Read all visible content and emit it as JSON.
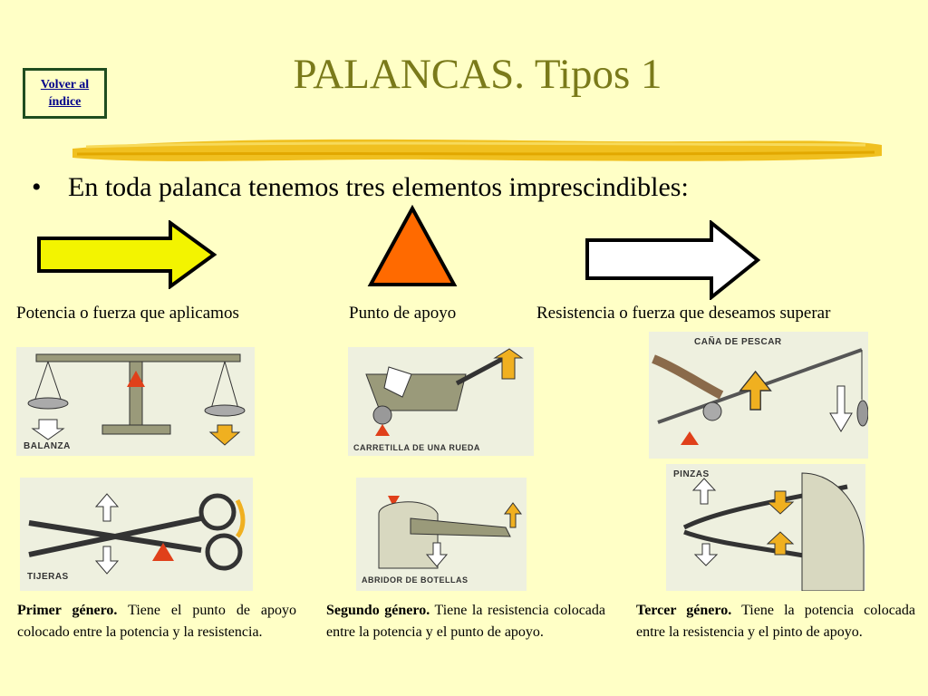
{
  "nav": {
    "back_line1": "Volver al",
    "back_line2": "índice"
  },
  "title": "PALANCAS. Tipos 1",
  "bullet": {
    "marker": "•",
    "text": "En toda palanca tenemos tres elementos imprescindibles:"
  },
  "elements": [
    {
      "label": "Potencia o fuerza que aplicamos",
      "color": "#f3f400",
      "icon": "yellow-arrow-icon"
    },
    {
      "label": "Punto de apoyo",
      "color": "#ff6a00",
      "icon": "orange-triangle-icon"
    },
    {
      "label": "Resistencia o fuerza que deseamos superar",
      "color": "#ffffff",
      "icon": "white-arrow-icon"
    }
  ],
  "illustrations": {
    "balanza": "BALANZA",
    "carretilla": "CARRETILLA DE UNA RUEDA",
    "cana": "CAÑA DE PESCAR",
    "tijeras": "TIJERAS",
    "abridor": "ABRIDOR DE BOTELLAS",
    "pinzas": "PINZAS"
  },
  "genres": [
    {
      "name": "Primer género.",
      "text": " Tiene el punto de apoyo colocado entre la potencia y la resistencia."
    },
    {
      "name": "Segundo género.",
      "text": " Tiene la resistencia colocada entre la potencia y el punto de apoyo."
    },
    {
      "name": "Tercer género.",
      "text": " Tiene la potencia colocada entre la resistencia y el pinto de apoyo."
    }
  ]
}
